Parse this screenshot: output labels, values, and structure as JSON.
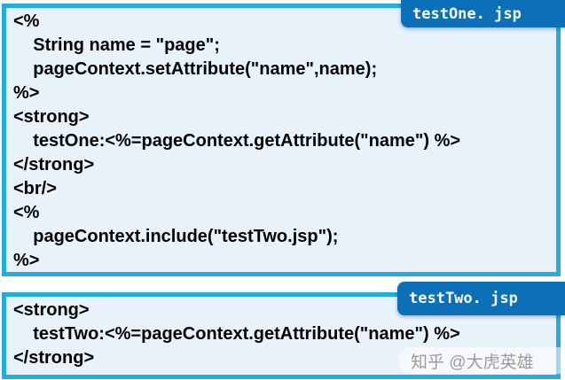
{
  "colors": {
    "panel_border": "#25aae1",
    "panel_background": "#e8f2fa",
    "tab_background": "#0c70b8",
    "tab_text": "#ffffff",
    "code_text": "#000000",
    "watermark_text": "#9a9a9a",
    "page_background": "#ffffff"
  },
  "panels": [
    {
      "tab_label": "testOne. jsp",
      "code": "<%\n    String name = \"page\";\n    pageContext.setAttribute(\"name\",name);\n%>\n<strong>\n    testOne:<%=pageContext.getAttribute(\"name\") %>\n</strong>\n<br/>\n<%\n    pageContext.include(\"testTwo.jsp\");\n%>"
    },
    {
      "tab_label": "testTwo. jsp",
      "code": "<strong>\n    testTwo:<%=pageContext.getAttribute(\"name\") %>\n</strong>"
    }
  ],
  "watermark": {
    "text": "知乎 @大虎英雄"
  }
}
